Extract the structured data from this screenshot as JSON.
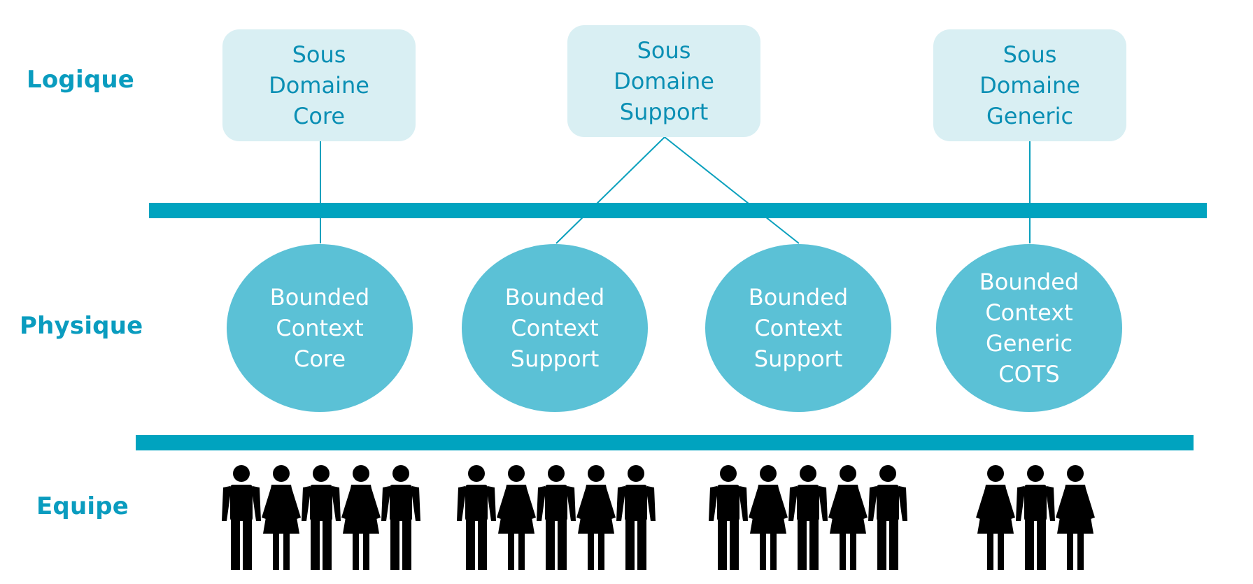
{
  "row_labels": {
    "logical": "Logique",
    "physical": "Physique",
    "team": "Equipe"
  },
  "subdomains": [
    {
      "lines": [
        "Sous",
        "Domaine",
        "Core"
      ]
    },
    {
      "lines": [
        "Sous",
        "Domaine",
        "Support"
      ]
    },
    {
      "lines": [
        "Sous",
        "Domaine",
        "Generic"
      ]
    }
  ],
  "bounded_contexts": [
    {
      "lines": [
        "Bounded",
        "Context",
        "Core"
      ]
    },
    {
      "lines": [
        "Bounded",
        "Context",
        "Support"
      ]
    },
    {
      "lines": [
        "Bounded",
        "Context",
        "Support"
      ]
    },
    {
      "lines": [
        "Bounded",
        "Context",
        "Generic",
        "COTS"
      ]
    }
  ],
  "teams": [
    {
      "members": [
        "male",
        "female",
        "male",
        "female",
        "male"
      ]
    },
    {
      "members": [
        "male",
        "female",
        "male",
        "female",
        "male"
      ]
    },
    {
      "members": [
        "male",
        "female",
        "male",
        "female",
        "male"
      ]
    },
    {
      "members": [
        "female",
        "male",
        "female"
      ]
    }
  ],
  "colors": {
    "label": "#0a9cbf",
    "subdomain_fill": "#d9eff3",
    "subdomain_text": "#0a8fb4",
    "bounded_context_fill": "#5bc1d6",
    "bounded_context_text": "#ffffff",
    "separator_bar": "#00a3bf",
    "connector": "#0aa0bd",
    "person": "#000000"
  }
}
